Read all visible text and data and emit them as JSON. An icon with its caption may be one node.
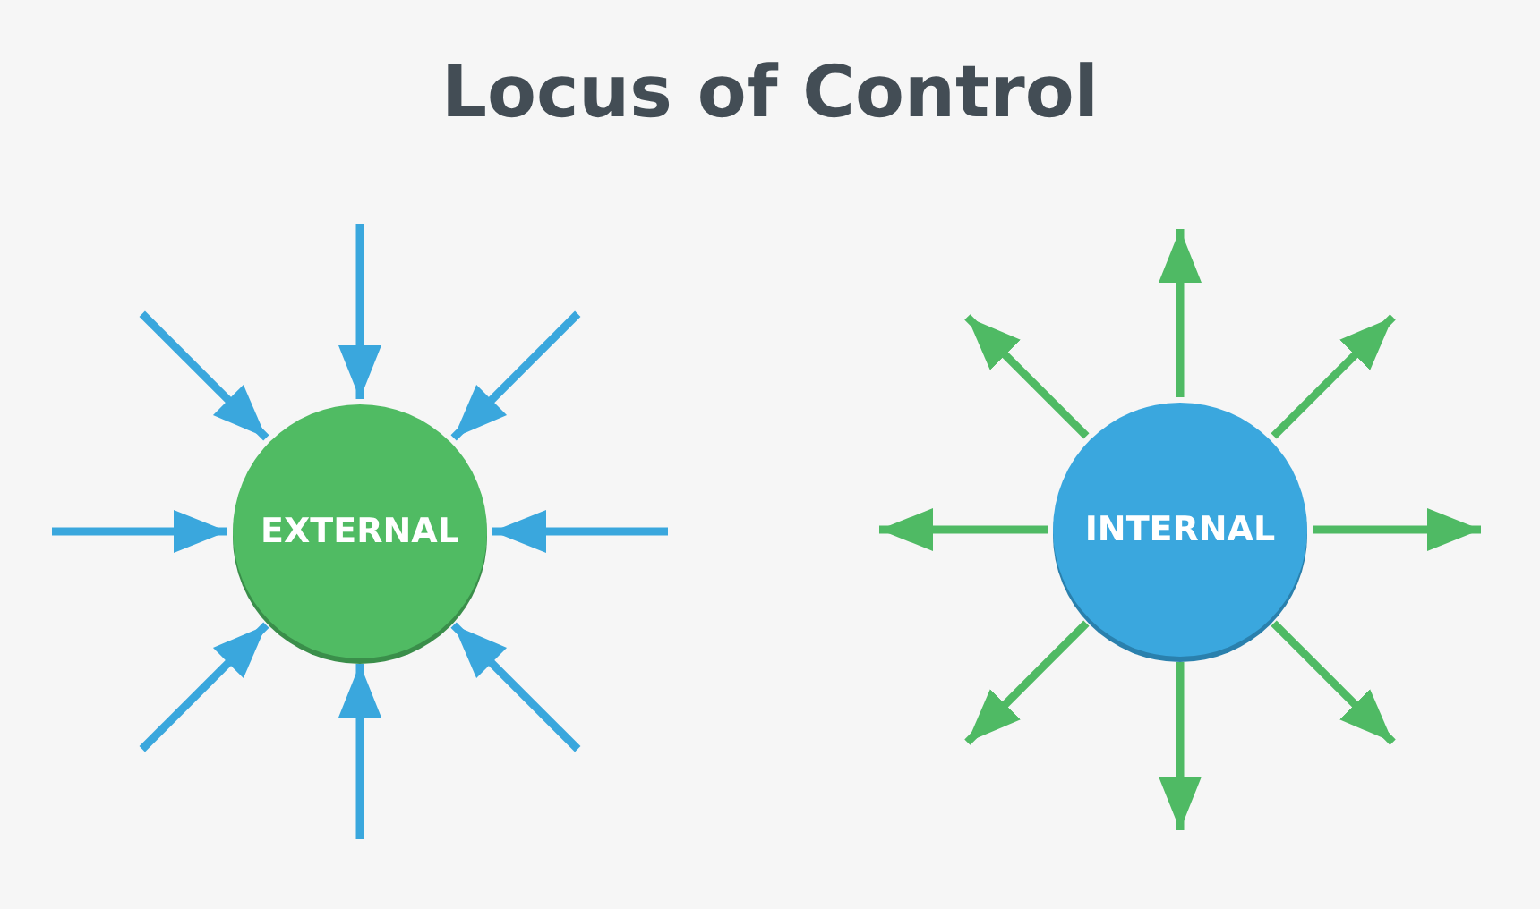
{
  "diagram": {
    "title": "Locus of Control",
    "nodes": [
      {
        "text": [
          "EXTERNAL"
        ]
      },
      {
        "text": [
          "INTERNAL"
        ]
      }
    ],
    "edges": [
      {
        "from": null,
        "to": 0,
        "arrow": "to",
        "color": "#3aa7dd"
      },
      {
        "from": null,
        "to": 0,
        "arrow": "to",
        "color": "#3aa7dd"
      },
      {
        "from": null,
        "to": 0,
        "arrow": "to",
        "color": "#3aa7dd"
      },
      {
        "from": null,
        "to": 0,
        "arrow": "to",
        "color": "#3aa7dd"
      },
      {
        "from": null,
        "to": 0,
        "arrow": "to",
        "color": "#3aa7dd"
      },
      {
        "from": null,
        "to": 0,
        "arrow": "to",
        "color": "#3aa7dd"
      },
      {
        "from": null,
        "to": 0,
        "arrow": "to",
        "color": "#3aa7dd"
      },
      {
        "from": null,
        "to": 0,
        "arrow": "to",
        "color": "#3aa7dd"
      },
      {
        "from": 1,
        "to": null,
        "arrow": "to",
        "color": "#4fba64"
      },
      {
        "from": 1,
        "to": null,
        "arrow": "to",
        "color": "#4fba64"
      },
      {
        "from": 1,
        "to": null,
        "arrow": "to",
        "color": "#4fba64"
      },
      {
        "from": 1,
        "to": null,
        "arrow": "to",
        "color": "#4fba64"
      },
      {
        "from": 1,
        "to": null,
        "arrow": "to",
        "color": "#4fba64"
      },
      {
        "from": 1,
        "to": null,
        "arrow": "to",
        "color": "#4fba64"
      },
      {
        "from": 1,
        "to": null,
        "arrow": "to",
        "color": "#4fba64"
      },
      {
        "from": 1,
        "to": null,
        "arrow": "to",
        "color": "#4fba64"
      }
    ]
  }
}
